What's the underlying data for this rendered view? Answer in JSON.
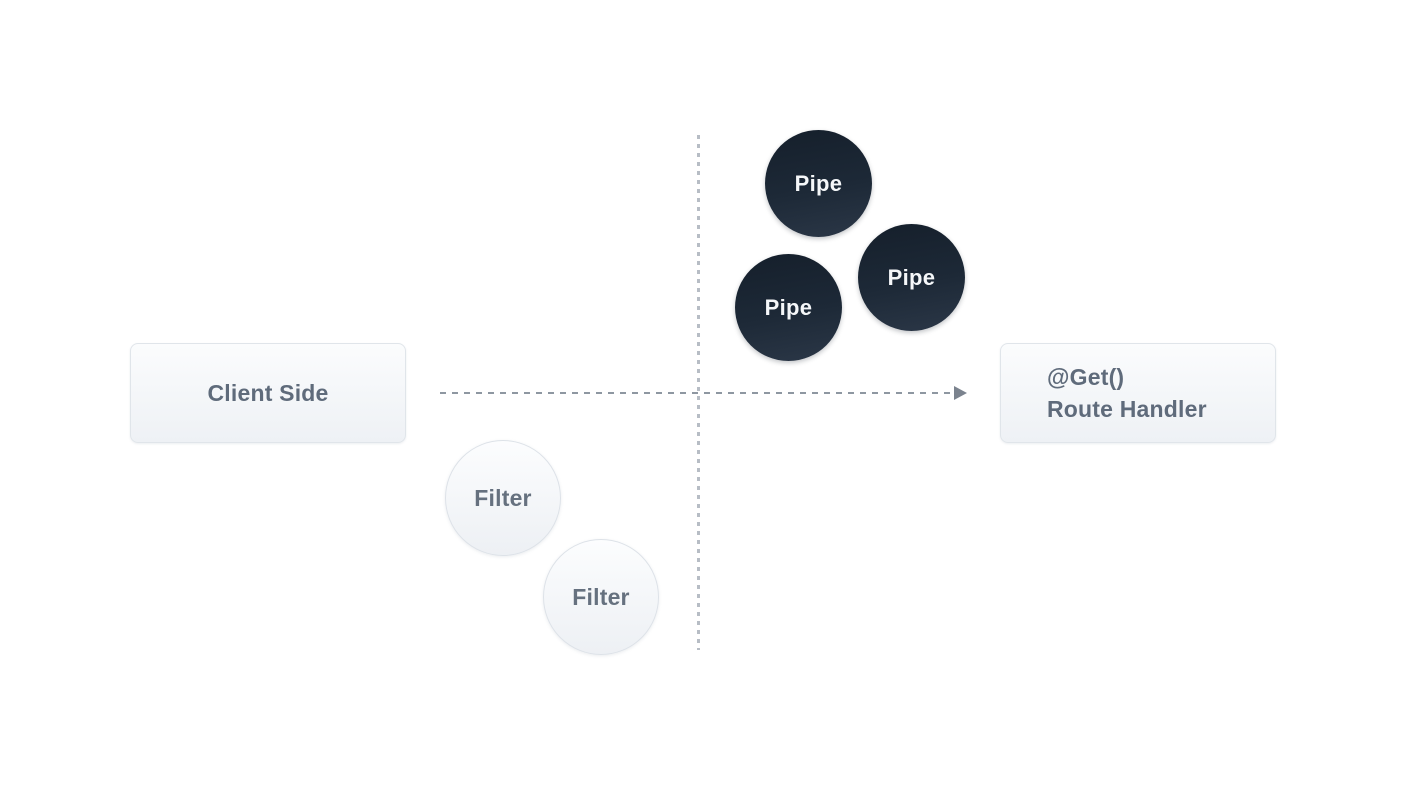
{
  "diagram": {
    "client_box": {
      "label": "Client Side"
    },
    "handler_box": {
      "line1": "@Get()",
      "line2": "Route Handler"
    },
    "pipes": [
      {
        "label": "Pipe"
      },
      {
        "label": "Pipe"
      },
      {
        "label": "Pipe"
      }
    ],
    "filters": [
      {
        "label": "Filter"
      },
      {
        "label": "Filter"
      }
    ],
    "colors": {
      "background": "#ffffff",
      "box_fill_top": "#fbfcfd",
      "box_fill_bottom": "#eef1f5",
      "box_border": "#e0e5ea",
      "box_text": "#5f6b7b",
      "pipe_fill_dark": "#151f2b",
      "pipe_fill_light": "#2b3747",
      "pipe_text": "#f5f7f9",
      "filter_border": "#dde2e8",
      "filter_text": "#66717f",
      "arrow_dash": "#8e97a1",
      "arrowhead": "#7b838e",
      "separator_dash": "#b7bdc5"
    }
  }
}
